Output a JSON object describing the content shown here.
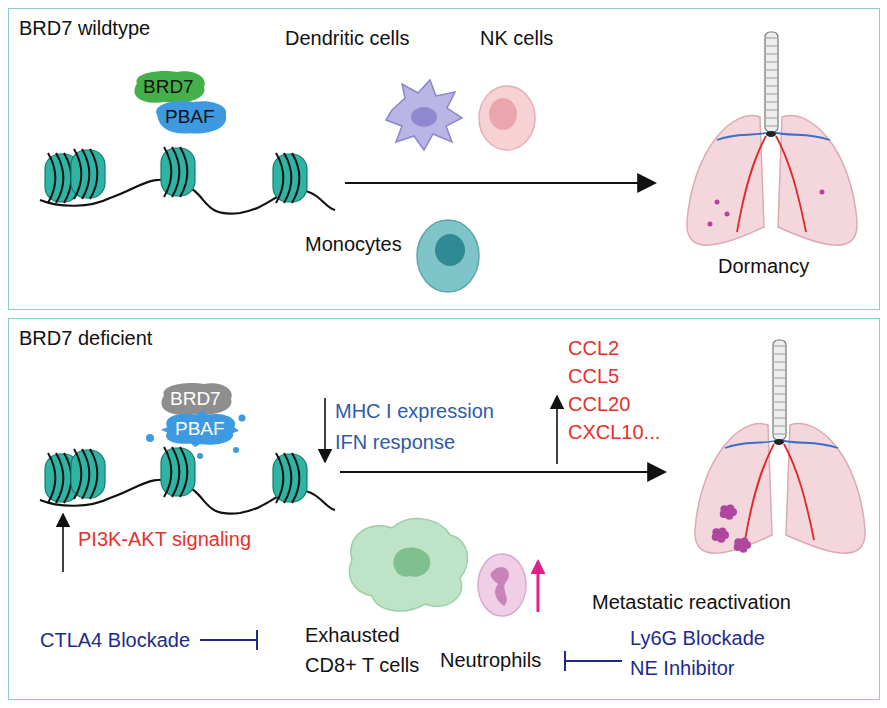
{
  "diagram": {
    "nodes": [
      {
        "text": [
          "BRD7 wildtype"
        ]
      },
      {
        "text": [
          "BRD7"
        ],
        "in": 0
      },
      {
        "text": [
          "PBAF"
        ],
        "in": 0
      },
      {
        "text": [
          "BRD7 deficient"
        ]
      },
      {
        "text": [
          "BRD7"
        ],
        "in": 3
      },
      {
        "text": [
          "PBAF"
        ],
        "in": 3
      }
    ],
    "labels": [
      "Dendritic cells",
      "NK cells",
      "Monocytes",
      "Dormancy",
      "MHC I expression",
      "IFN response",
      "CCL2",
      "CCL5",
      "CCL20",
      "CXCL10...",
      "PI3K-AKT signaling",
      "Metastatic reactivation",
      "CTLA4 Blockade",
      "Exhausted CD8+ T cells",
      "Neutrophils",
      "Ly6G Blockade",
      "NE Inhibitor"
    ]
  }
}
